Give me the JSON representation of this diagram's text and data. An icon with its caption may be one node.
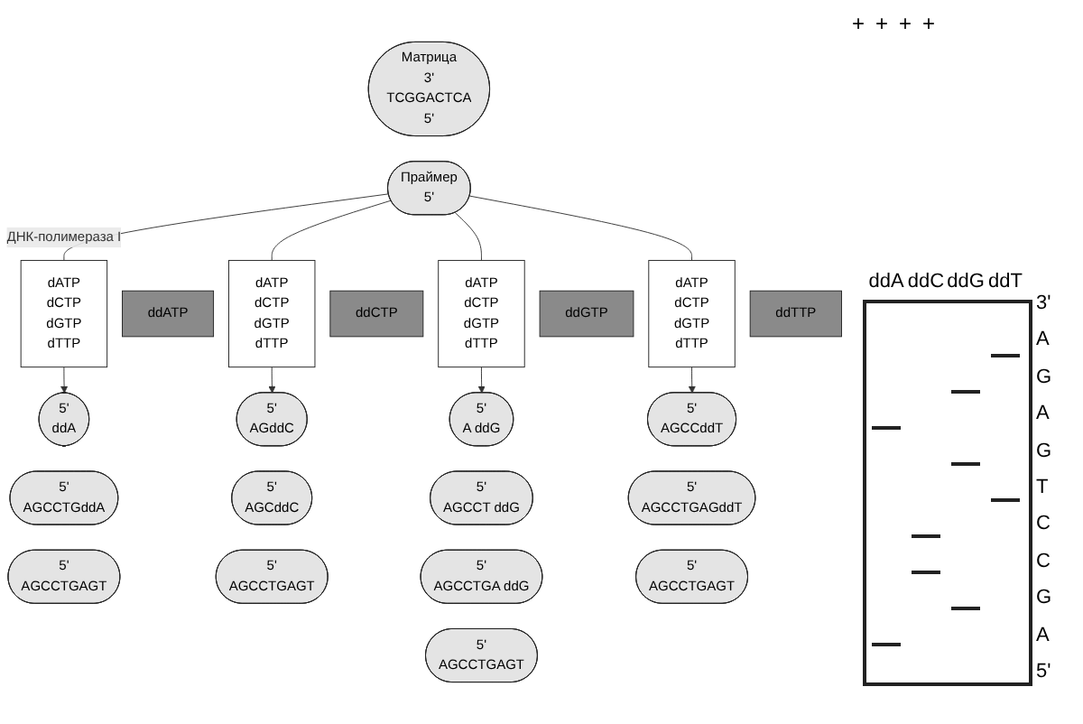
{
  "diagram": {
    "nodes": [
      {
        "text": [
          "Матрица",
          "3'",
          "TCGGACTCA",
          "5'"
        ]
      },
      {
        "text": [
          "Праймер",
          "5'"
        ]
      },
      {
        "text": [
          "dATP",
          "dCTP",
          "dGTP",
          "dTTP"
        ]
      },
      {
        "text": [
          "ddATP"
        ]
      },
      {
        "text": [
          "dATP",
          "dCTP",
          "dGTP",
          "dTTP"
        ]
      },
      {
        "text": [
          "ddCTP"
        ]
      },
      {
        "text": [
          "dATP",
          "dCTP",
          "dGTP",
          "dTTP"
        ]
      },
      {
        "text": [
          "ddGTP"
        ]
      },
      {
        "text": [
          "dATP",
          "dCTP",
          "dGTP",
          "dTTP"
        ]
      },
      {
        "text": [
          "ddTTP"
        ]
      },
      {
        "text": [
          "5'",
          "ddA"
        ]
      },
      {
        "text": [
          "5'",
          "AGCCTGddA"
        ]
      },
      {
        "text": [
          "5'",
          "AGCCTGAGT"
        ]
      },
      {
        "text": [
          "5'",
          "AGddC"
        ]
      },
      {
        "text": [
          "5'",
          "AGCddC"
        ]
      },
      {
        "text": [
          "5'",
          "AGCCTGAGT"
        ]
      },
      {
        "text": [
          "5'",
          "A ddG"
        ]
      },
      {
        "text": [
          "5'",
          "AGCCT ddG"
        ]
      },
      {
        "text": [
          "5'",
          "AGCCTGA ddG"
        ]
      },
      {
        "text": [
          "5'",
          "AGCCTGAGT"
        ]
      },
      {
        "text": [
          "5'",
          "AGCCddT"
        ]
      },
      {
        "text": [
          "5'",
          "AGCCTGAGddT"
        ]
      },
      {
        "text": [
          "5'",
          "AGCCTGAGT"
        ]
      }
    ],
    "edges": [
      {
        "from": 1,
        "to": 2,
        "arrow": "none",
        "label": "ДНК-полимераза I"
      },
      {
        "from": 1,
        "to": 4,
        "arrow": "none"
      },
      {
        "from": 1,
        "to": 6,
        "arrow": "none"
      },
      {
        "from": 1,
        "to": 8,
        "arrow": "none"
      },
      {
        "from": 2,
        "to": 10,
        "arrow": "to"
      },
      {
        "from": 4,
        "to": 13,
        "arrow": "to"
      },
      {
        "from": 6,
        "to": 16,
        "arrow": "to"
      },
      {
        "from": 8,
        "to": 20,
        "arrow": "to"
      }
    ],
    "labels": [
      "+",
      "+",
      "+",
      "+",
      "ddA",
      "ddC",
      "ddG",
      "ddT",
      "3'",
      "A",
      "G",
      "A",
      "G",
      "T",
      "C",
      "C",
      "G",
      "A",
      "5'"
    ]
  }
}
